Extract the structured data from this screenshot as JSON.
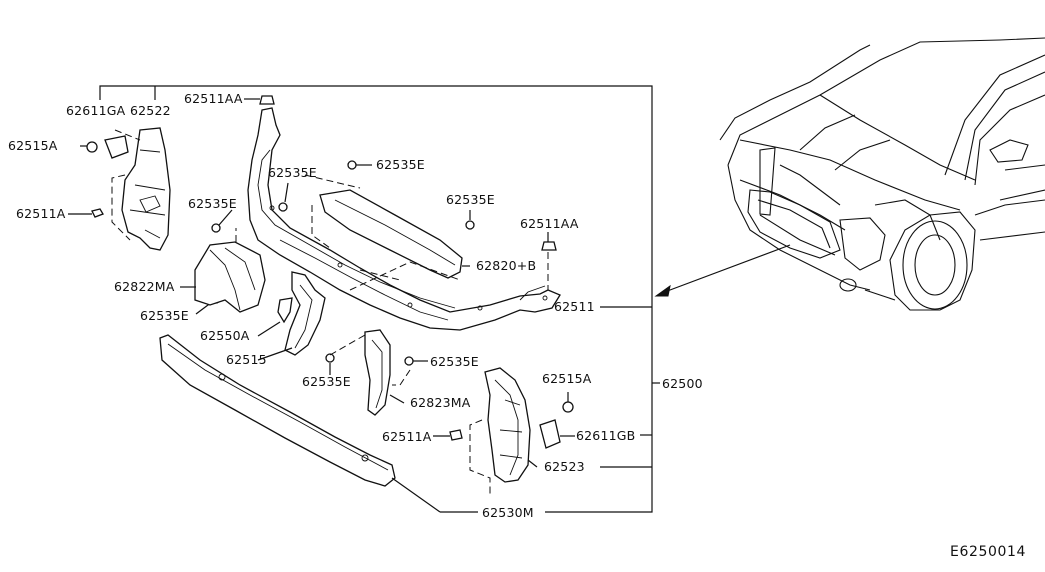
{
  "diagram_code": "E6250014",
  "labels": {
    "l_62611GA": "62611GA",
    "l_62522": "62522",
    "l_62515A_left": "62515A",
    "l_62511A_left": "62511A",
    "l_62511AA_top": "62511AA",
    "l_62535E_a": "62535E",
    "l_62535E_b": "62535E",
    "l_62535E_c": "62535E",
    "l_62535E_d": "62535E",
    "l_62535E_e": "62535E",
    "l_62535E_f": "62535E",
    "l_62535E_g": "62535E",
    "l_62511AA_right": "62511AA",
    "l_62820B": "62820+B",
    "l_62822MA": "62822MA",
    "l_62550A": "62550A",
    "l_62515": "62515",
    "l_62511": "62511",
    "l_62500": "62500",
    "l_62823MA": "62823MA",
    "l_62515A_right": "62515A",
    "l_62611GB": "62611GB",
    "l_62511A_right": "62511A",
    "l_62523": "62523",
    "l_62530M": "62530M"
  }
}
